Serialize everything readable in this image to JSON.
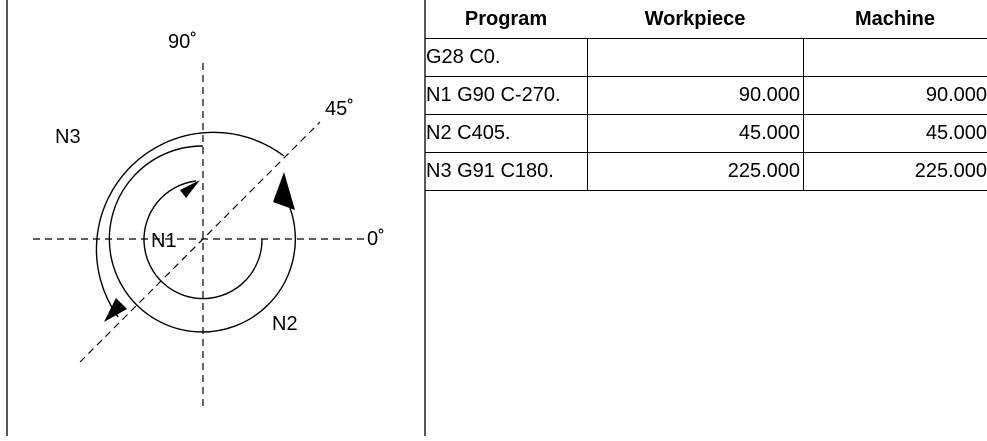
{
  "diagram": {
    "angle_90_label": "90˚",
    "angle_45_label": "45˚",
    "angle_0_label": "0˚",
    "n1_label": "N1",
    "n2_label": "N2",
    "n3_label": "N3"
  },
  "table": {
    "headers": {
      "program": "Program",
      "workpiece": "Workpiece",
      "machine": "Machine"
    },
    "rows": [
      {
        "program": "G28 C0.",
        "workpiece": "",
        "machine": ""
      },
      {
        "program": "N1 G90 C-270.",
        "workpiece": "90.000",
        "machine": "90.000"
      },
      {
        "program": "N2 C405.",
        "workpiece": "45.000",
        "machine": "45.000"
      },
      {
        "program": "N3 G91 C180.",
        "workpiece": "225.000",
        "machine": "225.000"
      }
    ]
  }
}
